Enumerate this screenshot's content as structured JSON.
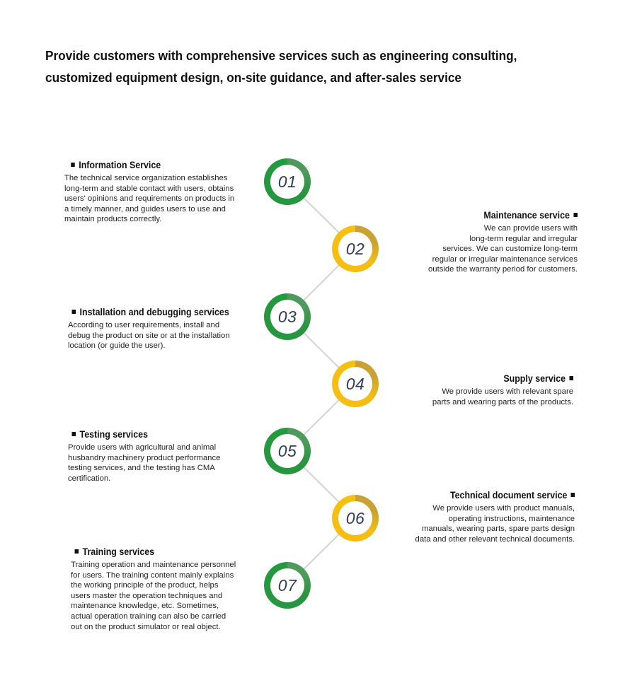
{
  "headline": {
    "line1": "Provide customers with comprehensive services such as engineering consulting,",
    "line2": "customized equipment design, on-site guidance, and after-sales service"
  },
  "colors": {
    "green": "#229a3e",
    "gold": "#f5c010",
    "connector": "#d3d3d3",
    "number": "#2f3a5c"
  },
  "steps": [
    {
      "number": "01",
      "color": "green",
      "side": "left",
      "title": "Information Service",
      "lines": [
        "The technical service organization establishes",
        "long-term and stable contact with users, obtains",
        "users' opinions and requirements on products in",
        "a timely manner, and guides users to use and",
        "maintain products correctly."
      ]
    },
    {
      "number": "02",
      "color": "gold",
      "side": "right",
      "title": "Maintenance service",
      "lines": [
        "We can provide users with",
        "long-term regular and irregular",
        "services. We can customize long-term",
        "regular or irregular maintenance services",
        "outside the warranty period for customers."
      ]
    },
    {
      "number": "03",
      "color": "green",
      "side": "left",
      "title": "Installation and debugging services",
      "lines": [
        "According to user requirements, install and",
        "debug the product on site or at the installation",
        "location (or guide the user)."
      ]
    },
    {
      "number": "04",
      "color": "gold",
      "side": "right",
      "title": "Supply service",
      "lines": [
        "We provide users with relevant spare",
        "parts and wearing parts of the products."
      ]
    },
    {
      "number": "05",
      "color": "green",
      "side": "left",
      "title": "Testing services",
      "lines": [
        "Provide users with agricultural and animal",
        "husbandry machinery product performance",
        "testing services, and the testing has CMA",
        "certification."
      ]
    },
    {
      "number": "06",
      "color": "gold",
      "side": "right",
      "title": "Technical document service",
      "lines": [
        "We provide users with product manuals,",
        "operating instructions, maintenance",
        "manuals, wearing parts, spare parts design",
        "data and other relevant technical documents."
      ]
    },
    {
      "number": "07",
      "color": "green",
      "side": "left",
      "title": "Training services",
      "lines": [
        "Training operation and maintenance personnel",
        "for users. The training content mainly explains",
        "the working principle of the product, helps",
        "users master the operation techniques and",
        "maintenance knowledge, etc. Sometimes,",
        "actual operation training can also be carried",
        "out on the product simulator or real object."
      ]
    }
  ]
}
